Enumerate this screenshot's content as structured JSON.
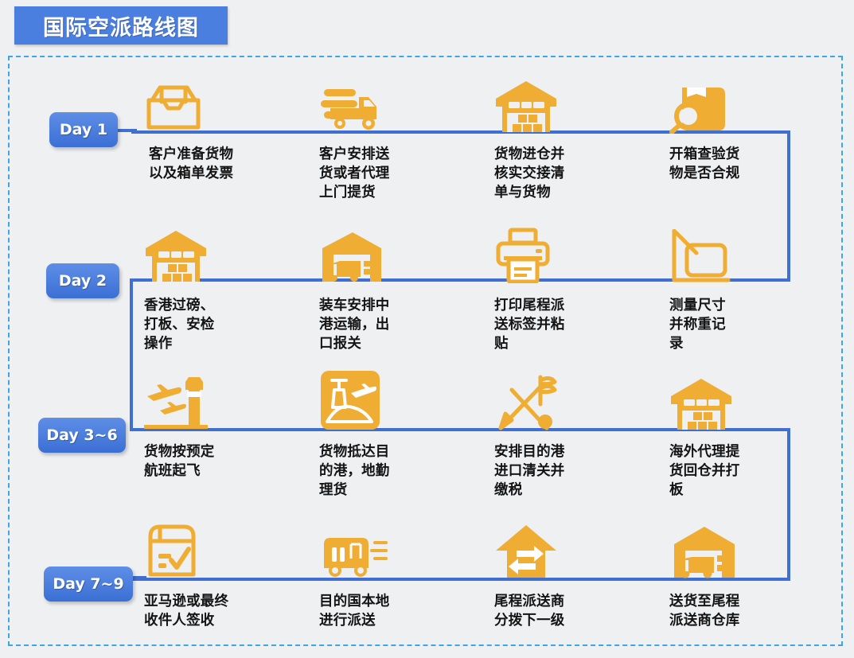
{
  "header": {
    "title": "国际空派路线图"
  },
  "colors": {
    "accent_blue": "#3f6fd0",
    "pill_blue": "#4a7fe0",
    "dashed_border": "#3ba7e6",
    "icon_orange": "#f0ad33",
    "background": "#eef0f2",
    "text": "#141414"
  },
  "timeline": {
    "days": [
      {
        "label": "Day 1"
      },
      {
        "label": "Day 2"
      },
      {
        "label": "Day 3~6"
      },
      {
        "label": "Day 7~9"
      }
    ],
    "rows": [
      {
        "day": "Day 1",
        "steps": [
          {
            "icon": "open-box-tray-icon",
            "text": "客户准备货物\n以及箱单发票"
          },
          {
            "icon": "delivery-truck-icon",
            "text": "客户安排送\n货或者代理\n上门提货"
          },
          {
            "icon": "warehouse-icon",
            "text": "货物进仓并\n核实交接清\n单与货物"
          },
          {
            "icon": "box-inspect-magnifier-icon",
            "text": "开箱查验货\n物是否合规"
          }
        ]
      },
      {
        "day": "Day 2",
        "steps": [
          {
            "icon": "warehouse-pallets-icon",
            "text": "香港过磅、\n打板、安检\n操作"
          },
          {
            "icon": "warehouse-loading-truck-icon",
            "text": "装车安排中\n港运输，出\n口报关"
          },
          {
            "icon": "printer-icon",
            "text": "打印尾程派\n送标签并粘\n贴"
          },
          {
            "icon": "measure-dimensions-icon",
            "text": "测量尺寸\n并称重记\n录"
          }
        ]
      },
      {
        "day": "Day 3~6",
        "steps": [
          {
            "icon": "airport-tower-departure-icon",
            "text": "货物按预定\n航班起飞"
          },
          {
            "icon": "airport-arrival-tile-icon",
            "text": "货物抵达目\n的港，地勤\n理货"
          },
          {
            "icon": "customs-clearance-icon",
            "text": "安排目的港\n进口清关并\n缴税"
          },
          {
            "icon": "overseas-warehouse-icon",
            "text": "海外代理提\n货回仓并打\n板"
          }
        ]
      },
      {
        "day": "Day 7~9",
        "steps": [
          {
            "icon": "package-signed-check-icon",
            "text": "亚马逊或最终\n收件人签收"
          },
          {
            "icon": "local-delivery-van-icon",
            "text": "目的国本地\n进行派送"
          },
          {
            "icon": "distribution-exchange-icon",
            "text": "尾程派送商\n分拨下一级"
          },
          {
            "icon": "warehouse-truck-delivery-icon",
            "text": "送货至尾程\n派送商仓库"
          }
        ]
      }
    ]
  }
}
